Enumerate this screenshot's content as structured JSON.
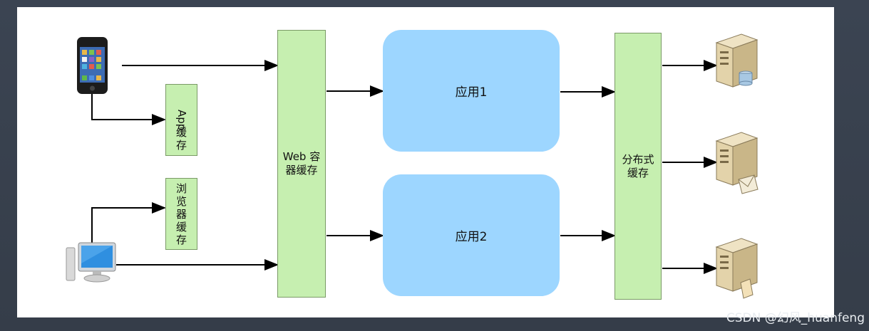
{
  "nodes": {
    "app_cache": {
      "line1": "App",
      "line2": "缓存"
    },
    "browser_cache": {
      "text": "浏览器缓存"
    },
    "web_container_cache": {
      "line1": "Web 容",
      "line2": "器缓存"
    },
    "app1": {
      "label": "应用1"
    },
    "app2": {
      "label": "应用2"
    },
    "distributed_cache": {
      "line1": "分布式",
      "line2": "缓存"
    }
  },
  "watermark": "CSDN @幻风_huanfeng",
  "colors": {
    "green_box": "#c6efb0",
    "blue_box": "#9dd6ff",
    "canvas": "#ffffff",
    "frame": "#3a4350"
  }
}
